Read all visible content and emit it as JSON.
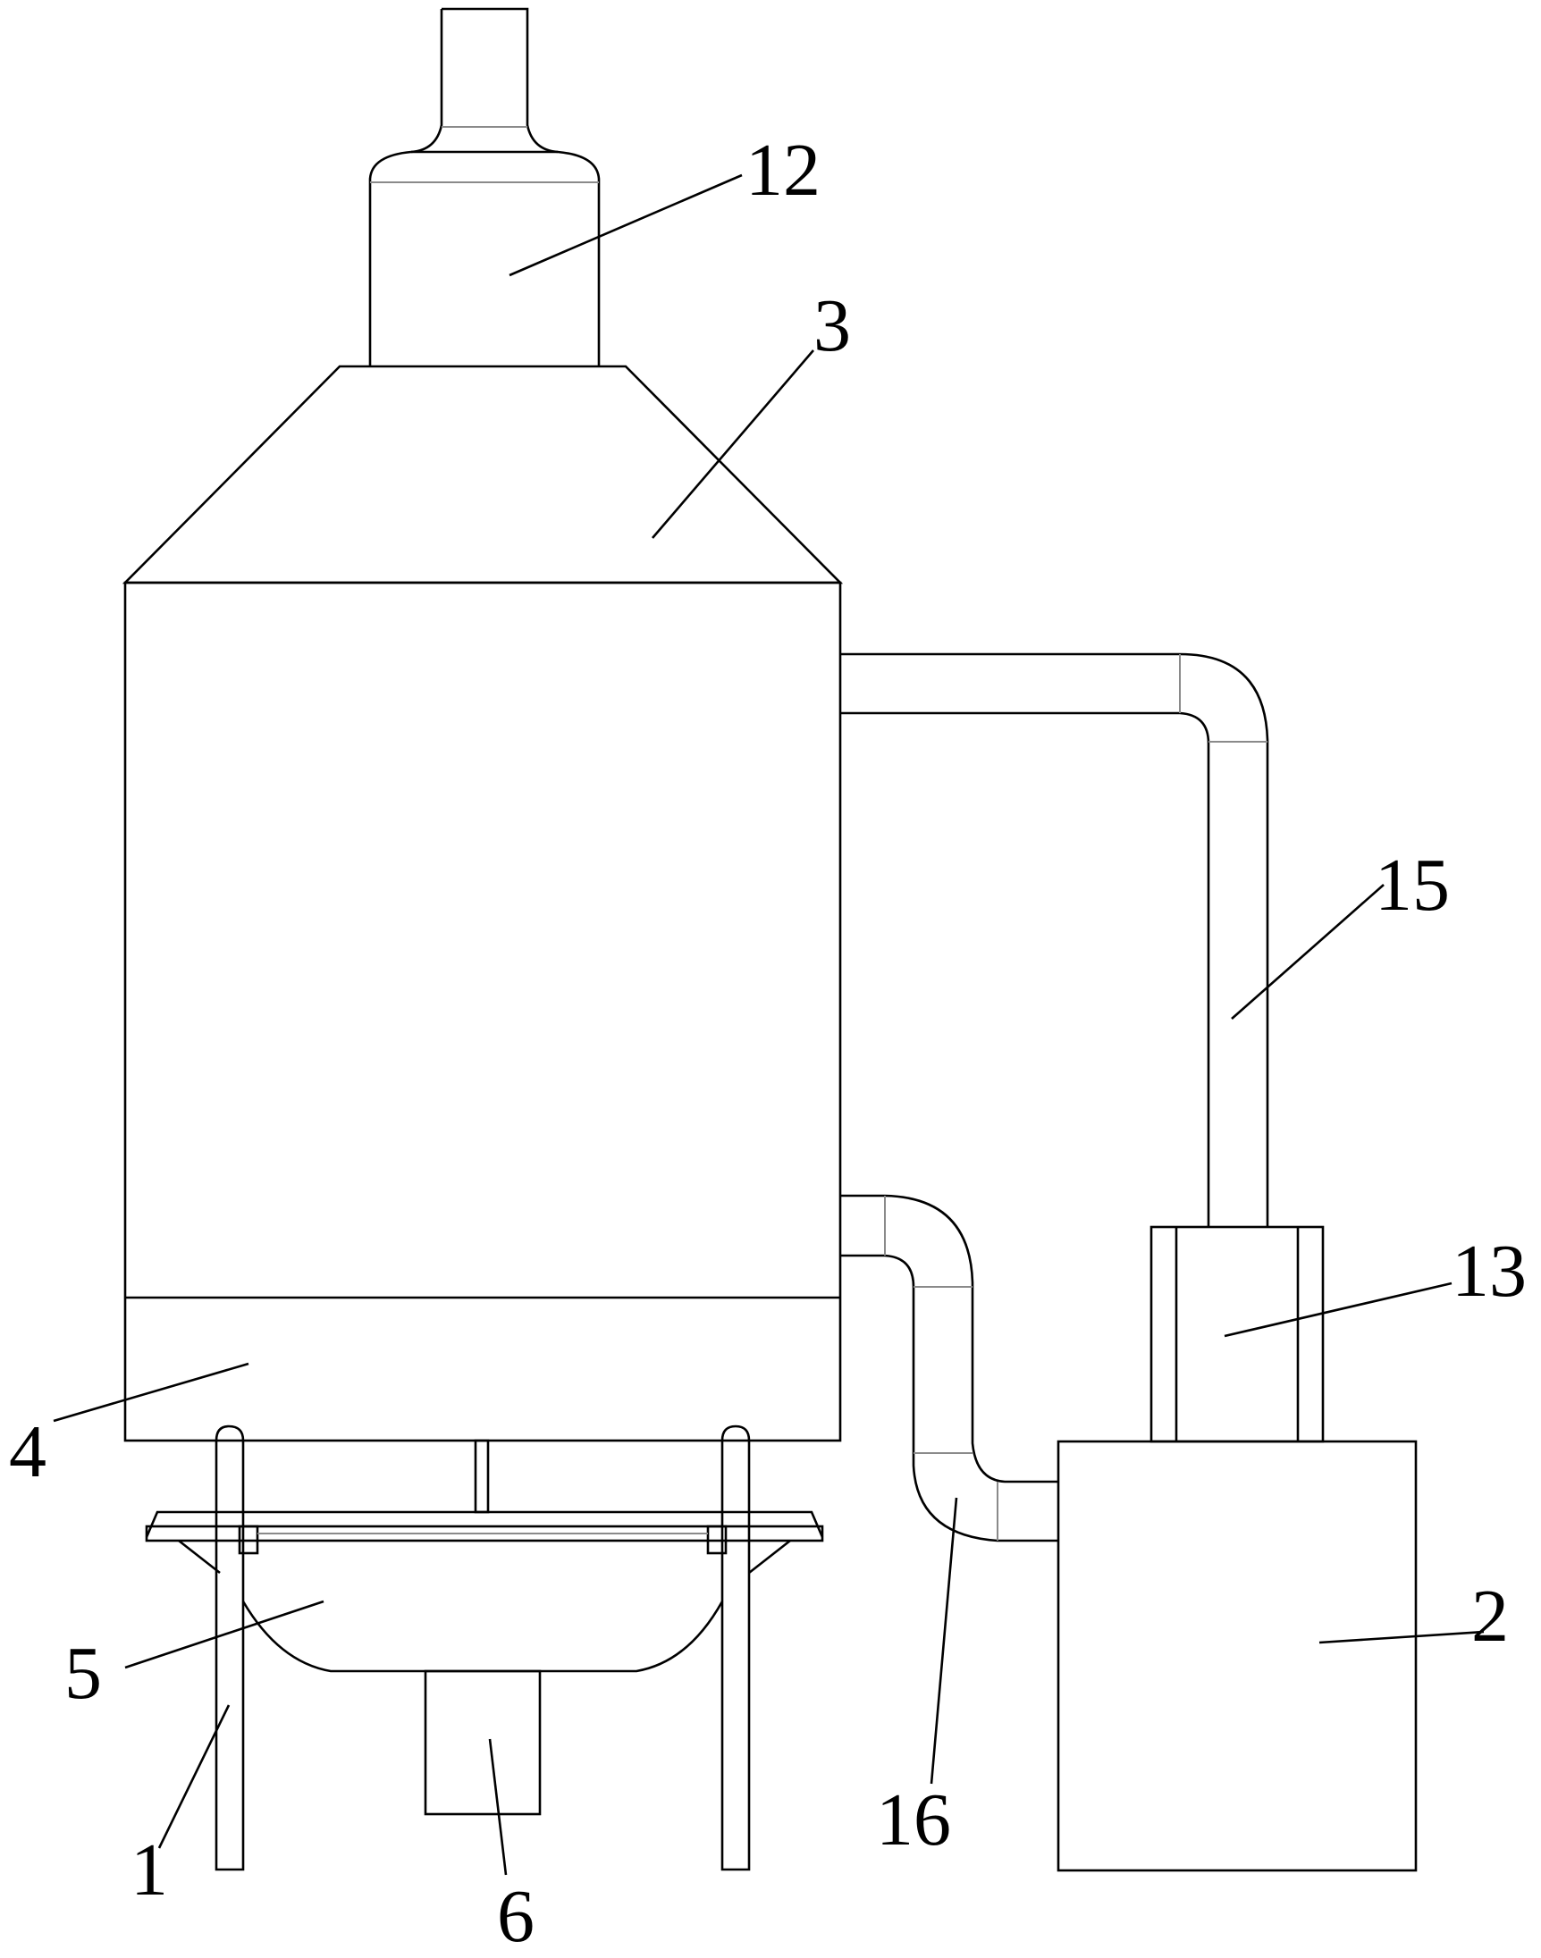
{
  "callouts": {
    "support_frame": "1",
    "storage_box": "2",
    "housing_cover": "3",
    "base_section": "4",
    "collection_tray": "5",
    "discharge_pipe": "6",
    "top_unit": "12",
    "pump_unit": "13",
    "upper_pipe": "15",
    "lower_pipe": "16"
  },
  "colors": {
    "line": "#000000",
    "seam": "#8a8a8a",
    "background": "#ffffff"
  }
}
